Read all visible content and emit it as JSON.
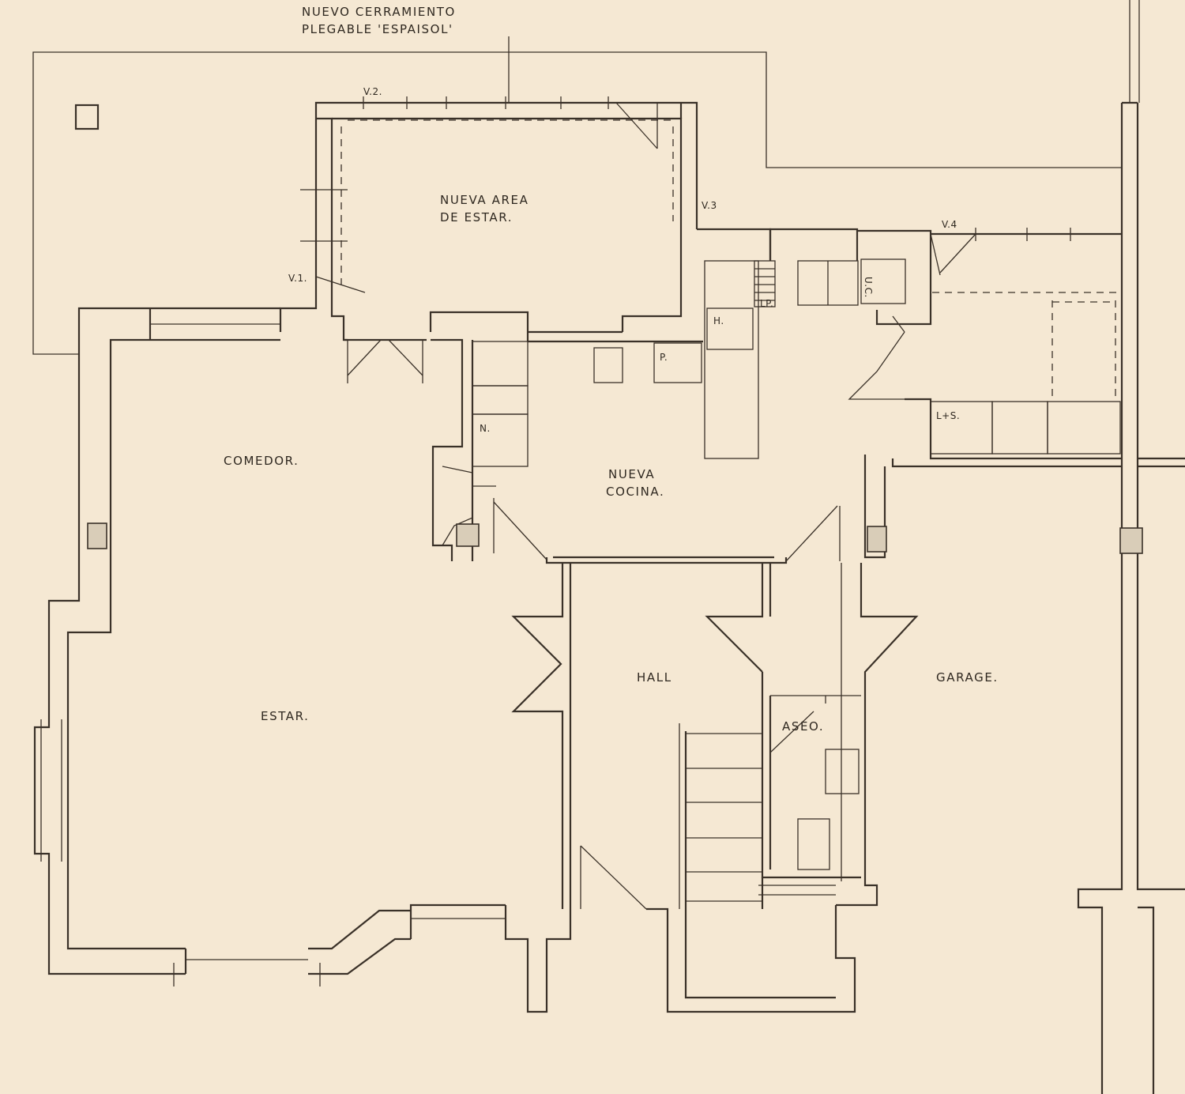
{
  "annotation": {
    "line1": "NUEVO CERRAMIENTO",
    "line2": "PLEGABLE 'ESPAISOL'"
  },
  "windows": {
    "v1": "V.1.",
    "v2": "V.2.",
    "v3": "V.3",
    "v4": "V.4"
  },
  "rooms": {
    "nueva_area_line1": "NUEVA AREA",
    "nueva_area_line2": "DE ESTAR.",
    "comedor": "COMEDOR.",
    "nueva_cocina_line1": "NUEVA",
    "nueva_cocina_line2": "COCINA.",
    "hall": "HALL",
    "garage": "GARAGE.",
    "estar": "ESTAR.",
    "aseo": "ASEO."
  },
  "fixtures": {
    "uc": "U.C.",
    "lp": "LP.",
    "h": "H.",
    "p": "P.",
    "n": "N.",
    "ls": "L+S."
  },
  "colors": {
    "paper": "#f5e8d3",
    "ink": "#3a3128"
  }
}
